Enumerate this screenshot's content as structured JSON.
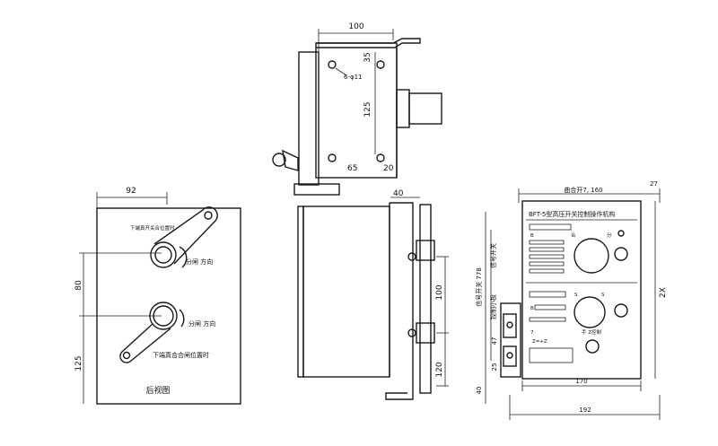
{
  "front_view": {
    "dim_width": "92",
    "dim_height_upper": "80",
    "dim_height_lower": "125",
    "label_top": "下端真开关合位置时",
    "label_open_dir": "分闸 方向",
    "label_close_dir": "分闸 方向",
    "label_bottom_pos": "下端真合合闸位置时",
    "title": "后视图"
  },
  "side_view": {
    "dim_top_width": "100",
    "dim_35": "35",
    "dim_125": "125",
    "dim_65": "65",
    "dim_20": "20",
    "dim_40": "40",
    "dim_100": "100",
    "dim_120": "120",
    "hole_label": "6-φ11"
  },
  "panel_view": {
    "dim_top": "曲合开7, 160",
    "dim_27": "27",
    "dim_right": "2X",
    "dim_inner_width": "170",
    "dim_outer_width": "192",
    "dim_left_a": "信号开关 778",
    "dim_left_b": "信号开关",
    "dim_left_c": "控制小极",
    "dim_47": "47",
    "dim_25": "25",
    "dim_40c": "40",
    "title": "BFT-5型高压开关控制操作机构",
    "label_close": "合",
    "label_open": "分",
    "label_s1": "S",
    "label_s2": "S",
    "label_7": "7",
    "label_z": "Z=+Z",
    "label_sm": "手 Z控制",
    "label_b1": "B",
    "label_b2": "B"
  }
}
